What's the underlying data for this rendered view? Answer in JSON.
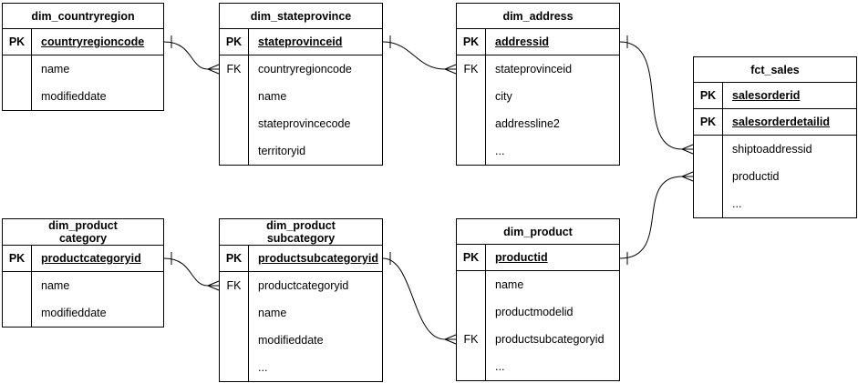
{
  "colors": {
    "background": "#ffffff",
    "table_border": "#000000",
    "table_fill": "#ffffff",
    "text": "#000000",
    "edge": "#000000"
  },
  "tables": [
    {
      "title": "dim_countryregion",
      "rows": [
        {
          "key": "PK",
          "field": "countryregioncode",
          "is_pk": true
        },
        {
          "key": "",
          "field": "name"
        },
        {
          "key": "",
          "field": "modifieddate"
        }
      ]
    },
    {
      "title": "dim_stateprovince",
      "rows": [
        {
          "key": "PK",
          "field": "stateprovinceid",
          "is_pk": true
        },
        {
          "key": "FK",
          "field": "countryregioncode"
        },
        {
          "key": "",
          "field": "name"
        },
        {
          "key": "",
          "field": "stateprovincecode"
        },
        {
          "key": "",
          "field": "territoryid"
        }
      ]
    },
    {
      "title": "dim_address",
      "rows": [
        {
          "key": "PK",
          "field": "addressid",
          "is_pk": true
        },
        {
          "key": "FK",
          "field": "stateprovinceid"
        },
        {
          "key": "",
          "field": "city"
        },
        {
          "key": "",
          "field": "addressline2"
        },
        {
          "key": "",
          "field": "..."
        }
      ]
    },
    {
      "title": "fct_sales",
      "rows": [
        {
          "key": "PK",
          "field": "salesorderid",
          "is_pk": true
        },
        {
          "key": "PK",
          "field": "salesorderdetailid",
          "is_pk": true
        },
        {
          "key": "",
          "field": "shiptoaddressid"
        },
        {
          "key": "",
          "field": "productid"
        },
        {
          "key": "",
          "field": "..."
        }
      ]
    },
    {
      "title": "dim_product\ncategory",
      "rows": [
        {
          "key": "PK",
          "field": "productcategoryid",
          "is_pk": true
        },
        {
          "key": "",
          "field": "name"
        },
        {
          "key": "",
          "field": "modifieddate"
        }
      ]
    },
    {
      "title": "dim_product\nsubcategory",
      "rows": [
        {
          "key": "PK",
          "field": "productsubcategoryid",
          "is_pk": true
        },
        {
          "key": "FK",
          "field": "productcategoryid"
        },
        {
          "key": "",
          "field": "name"
        },
        {
          "key": "",
          "field": "modifieddate"
        },
        {
          "key": "",
          "field": "..."
        }
      ]
    },
    {
      "title": "dim_product",
      "rows": [
        {
          "key": "PK",
          "field": "productid",
          "is_pk": true
        },
        {
          "key": "",
          "field": "name"
        },
        {
          "key": "",
          "field": "productmodelid"
        },
        {
          "key": "FK",
          "field": "productsubcategoryid"
        },
        {
          "key": "",
          "field": "..."
        }
      ]
    }
  ],
  "relationships": [
    {
      "from_table": "dim_countryregion",
      "from_field": "countryregioncode",
      "to_table": "dim_stateprovince",
      "to_field": "countryregioncode",
      "cardinality": "one-to-many"
    },
    {
      "from_table": "dim_stateprovince",
      "from_field": "stateprovinceid",
      "to_table": "dim_address",
      "to_field": "stateprovinceid",
      "cardinality": "one-to-many"
    },
    {
      "from_table": "dim_address",
      "from_field": "addressid",
      "to_table": "fct_sales",
      "to_field": "shiptoaddressid",
      "cardinality": "one-to-many"
    },
    {
      "from_table": "dim_product",
      "from_field": "productid",
      "to_table": "fct_sales",
      "to_field": "productid",
      "cardinality": "one-to-many"
    },
    {
      "from_table": "dim_product category",
      "from_field": "productcategoryid",
      "to_table": "dim_product subcategory",
      "to_field": "productcategoryid",
      "cardinality": "one-to-many"
    },
    {
      "from_table": "dim_product subcategory",
      "from_field": "productsubcategoryid",
      "to_table": "dim_product",
      "to_field": "productsubcategoryid",
      "cardinality": "one-to-many"
    }
  ]
}
